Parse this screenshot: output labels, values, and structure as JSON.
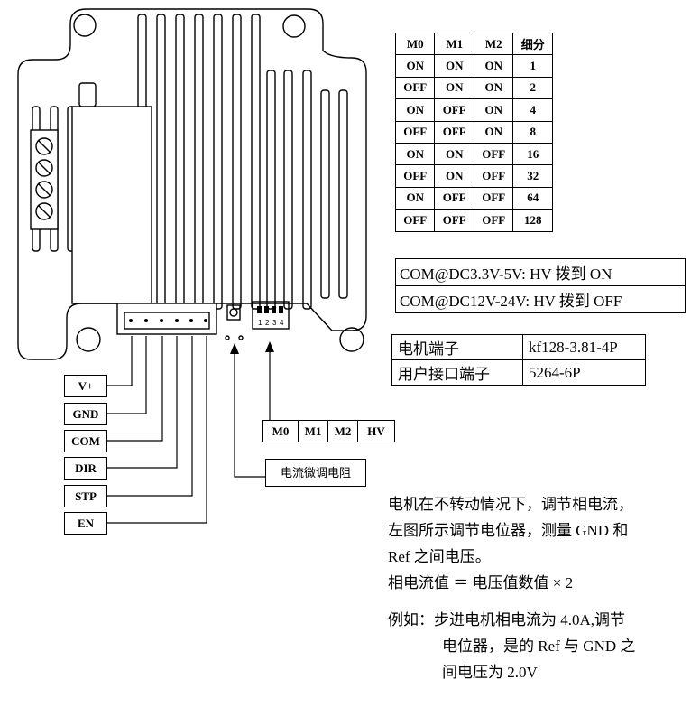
{
  "microstep_table": {
    "headers": [
      "M0",
      "M1",
      "M2",
      "细分"
    ],
    "rows": [
      [
        "ON",
        "ON",
        "ON",
        "1"
      ],
      [
        "OFF",
        "ON",
        "ON",
        "2"
      ],
      [
        "ON",
        "OFF",
        "ON",
        "4"
      ],
      [
        "OFF",
        "OFF",
        "ON",
        "8"
      ],
      [
        "ON",
        "ON",
        "OFF",
        "16"
      ],
      [
        "OFF",
        "ON",
        "OFF",
        "32"
      ],
      [
        "ON",
        "OFF",
        "OFF",
        "64"
      ],
      [
        "OFF",
        "OFF",
        "OFF",
        "128"
      ]
    ]
  },
  "com_table": {
    "rows": [
      "COM@DC3.3V-5V:  HV 拨到 ON",
      "COM@DC12V-24V:  HV 拨到 OFF"
    ]
  },
  "terminal_table": {
    "rows": [
      [
        "电机端子",
        "kf128-3.81-4P"
      ],
      [
        "用户接口端子",
        "5264-6P"
      ]
    ]
  },
  "pin_labels": [
    "V+",
    "GND",
    "COM",
    "DIR",
    "STP",
    "EN"
  ],
  "switch_labels": [
    "M0",
    "M1",
    "M2",
    "HV"
  ],
  "dip_numbers": [
    "1",
    "2",
    "3",
    "4"
  ],
  "trim_label": "电流微调电阻",
  "note": {
    "lines": [
      "电机在不转动情况下，调节相电流，",
      "左图所示调节电位器，测量 GND 和",
      "Ref 之间电压。",
      "相电流值 ＝ 电压值数值 × 2"
    ],
    "example_prefix": "例如：",
    "example_lines": [
      "步进电机相电流为 4.0A,调节",
      "电位器，是的 Ref 与 GND 之",
      "间电压为 2.0V"
    ]
  }
}
